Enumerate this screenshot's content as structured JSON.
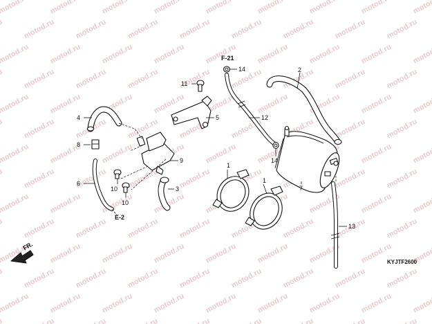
{
  "watermark": {
    "text": "motod.ru",
    "color": "#e9c9c9"
  },
  "references": {
    "f21": "F-21",
    "e2": "E-2",
    "front": "FR."
  },
  "diagram_code": "KYJTF2600",
  "callouts": [
    {
      "id": "c1a",
      "text": "1"
    },
    {
      "id": "c1b",
      "text": "1"
    },
    {
      "id": "c2",
      "text": "2"
    },
    {
      "id": "c3",
      "text": "3"
    },
    {
      "id": "c4",
      "text": "4"
    },
    {
      "id": "c5",
      "text": "5"
    },
    {
      "id": "c6",
      "text": "6"
    },
    {
      "id": "c7",
      "text": "7"
    },
    {
      "id": "c8",
      "text": "8"
    },
    {
      "id": "c9",
      "text": "9"
    },
    {
      "id": "c10a",
      "text": "10"
    },
    {
      "id": "c10b",
      "text": "10"
    },
    {
      "id": "c11",
      "text": "11"
    },
    {
      "id": "c12",
      "text": "12"
    },
    {
      "id": "c13",
      "text": "13"
    },
    {
      "id": "c14a",
      "text": "14"
    },
    {
      "id": "c14b",
      "text": "14"
    }
  ]
}
